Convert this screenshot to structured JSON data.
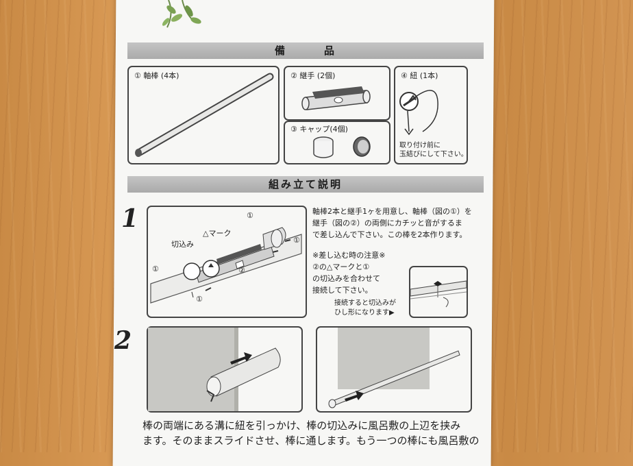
{
  "sections": {
    "parts_title": "備　　　品",
    "assembly_title": "組み立て説明"
  },
  "parts": {
    "shaft": "① 軸棒 (4本)",
    "joint": "② 継手 (2個)",
    "cap": "③ キャップ(4個)",
    "string": "④ 紐 (1本)",
    "string_note": [
      "取り付け前に",
      "玉結びにして下さい。"
    ]
  },
  "step1": {
    "number": "1",
    "labels": {
      "notch": "切込み",
      "triangle_mark": "△マーク",
      "c1a": "①",
      "c1b": "①",
      "c1c": "①",
      "c1d": "①",
      "c2": "②"
    },
    "text": [
      "軸棒2本と継手1ヶを用意し、軸棒（図の①）を",
      "継手（図の②）の両側にカチッと音がするま",
      "で差し込んで下さい。この棒を2本作ります。"
    ],
    "note": [
      "※差し込む時の注意※",
      "②の△マークと①",
      "の切込みを合わせて",
      "接続して下さい。"
    ],
    "note_caption": [
      "接続すると切込みが",
      "ひし形になります▶"
    ]
  },
  "step2": {
    "number": "2"
  },
  "bottom_text": [
    "棒の両端にある溝に紐を引っかけ、棒の切込みに風呂敷の上辺を挟み",
    "ます。そのままスライドさせ、棒に通します。もう一つの棒にも風呂敷の"
  ]
}
